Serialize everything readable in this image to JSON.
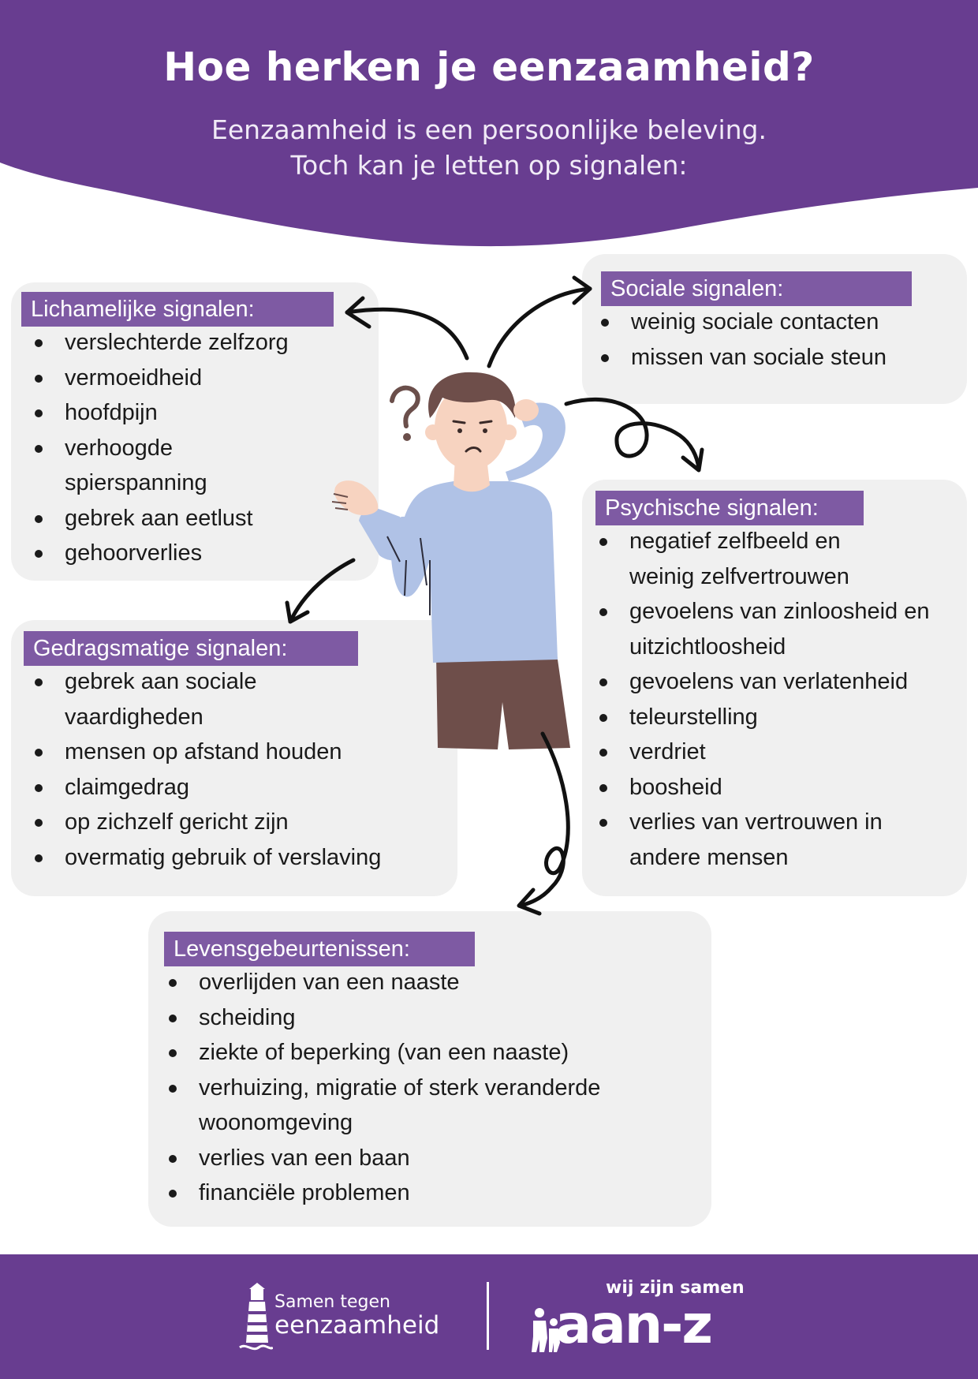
{
  "header": {
    "title": "Hoe herken je eenzaamheid?",
    "subtitle_line1": "Eenzaamheid is een persoonlijke beleving.",
    "subtitle_line2": "Toch kan je letten op signalen:"
  },
  "colors": {
    "brand_purple": "#683d90",
    "label_purple": "#7e5aa3",
    "card_gray": "#f0f0f0"
  },
  "sections": {
    "lichamelijk": {
      "label": "Lichamelijke signalen:",
      "items": [
        "verslechterde zelfzorg",
        "vermoeidheid",
        "hoofdpijn",
        "verhoogde spierspanning",
        "gebrek aan eetlust",
        "gehoorverlies"
      ]
    },
    "sociaal": {
      "label": "Sociale signalen:",
      "items": [
        "weinig sociale contacten",
        "missen van sociale steun"
      ]
    },
    "psychisch": {
      "label": "Psychische signalen:",
      "items": [
        "negatief zelfbeeld en weinig zelfvertrouwen",
        "gevoelens van zinloosheid en uitzichtloosheid",
        "gevoelens van verlatenheid",
        "teleurstelling",
        "verdriet",
        "boosheid",
        "verlies van vertrouwen in andere mensen"
      ]
    },
    "gedrag": {
      "label": "Gedragsmatige signalen:",
      "items": [
        "gebrek aan sociale vaardigheden",
        "mensen op afstand houden",
        "claimgedrag",
        "op zichzelf gericht zijn",
        "overmatig gebruik of verslaving"
      ]
    },
    "leven": {
      "label": "Levensgebeurtenissen:",
      "items": [
        "overlijden van een naaste",
        "scheiding",
        "ziekte of beperking (van een naaste)",
        "verhuizing, migratie of sterk veranderde woonomgeving",
        "verlies van een baan",
        "financiële problemen"
      ]
    }
  },
  "footer": {
    "logo_left_line1": "Samen tegen",
    "logo_left_line2": "eenzaamheid",
    "logo_right_line1": "wij zijn samen",
    "logo_right_line2": "aan-z"
  },
  "icons": {
    "figure": "confused-person-icon",
    "question": "question-mark-icon",
    "logo_left": "lighthouse-icon",
    "logo_right": "people-silhouettes-icon"
  }
}
